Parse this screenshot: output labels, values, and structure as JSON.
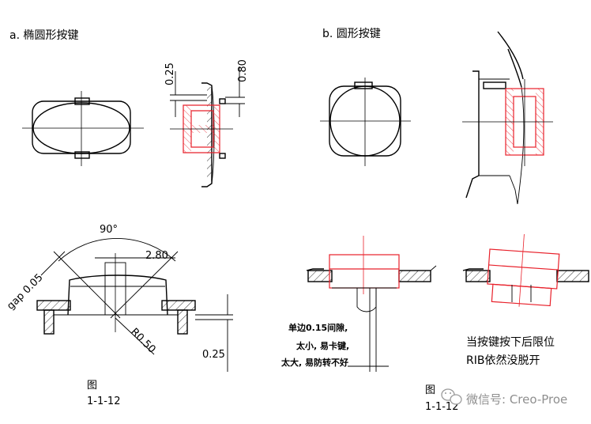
{
  "figure_a": {
    "heading": "a. 椭圆形按键",
    "dim_top_left": "0.25",
    "dim_top_right": "0.80",
    "angle_label": "90°",
    "width_label": "2.80",
    "gap_label": "gap 0.05",
    "radius_label": "R0.50",
    "bottom_dim": "0.25",
    "caption_line1": "图",
    "caption_line2": "1-1-12"
  },
  "figure_b": {
    "heading": "b. 圆形按键",
    "note_line1": "单边0.15间隙,",
    "note_line2": "太小, 易卡键,",
    "note_line3": "太大, 易防转不好",
    "rib_line1": "当按键按下后限位",
    "rib_line2": "RIB依然没脱开",
    "caption_fragment_1": "图",
    "caption_fragment_2": "1-1-12"
  },
  "watermark": {
    "icon": "wechat-icon",
    "text": "微信号: Creo-Proe"
  },
  "colors": {
    "line": "#000000",
    "key_outline": "#e8202a"
  }
}
